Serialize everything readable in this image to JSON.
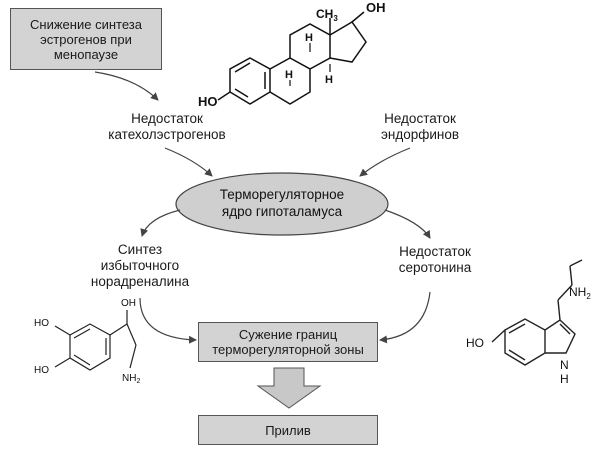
{
  "boxes": {
    "menopause": "Снижение синтеза\nэстрогенов при\nменопаузе",
    "narrowing": "Сужение границ\nтерморегуляторной зоны",
    "flush": "Прилив"
  },
  "ellipse": {
    "line1": "Терморегуляторное",
    "line2": "ядро гипоталамуса"
  },
  "labels": {
    "catechol": "Недостаток\nкатехолэстрогенов",
    "endorphin": "Недостаток\nэндорфинов",
    "noradrenaline": "Синтез\nизбыточного\nнорадреналина",
    "serotonin": "Недостаток\nсеротонина"
  },
  "molecules": {
    "estradiol": {
      "oh_top": "OH",
      "ch3": "CH",
      "ch3_sub": "3",
      "ho_left": "HO",
      "h": "H"
    },
    "noradrenaline": {
      "oh_side": "OH",
      "ho_top": "HO",
      "ho_bottom": "HO",
      "nh2": "NH",
      "nh2_sub": "2"
    },
    "serotonin": {
      "ho": "HO",
      "nh2": "NH",
      "nh2_sub": "2",
      "nh": "N",
      "h": "H"
    }
  },
  "colors": {
    "box_fill": "#d3d3d3",
    "ellipse_fill": "#cfcfcf",
    "arrow": "#444444"
  }
}
